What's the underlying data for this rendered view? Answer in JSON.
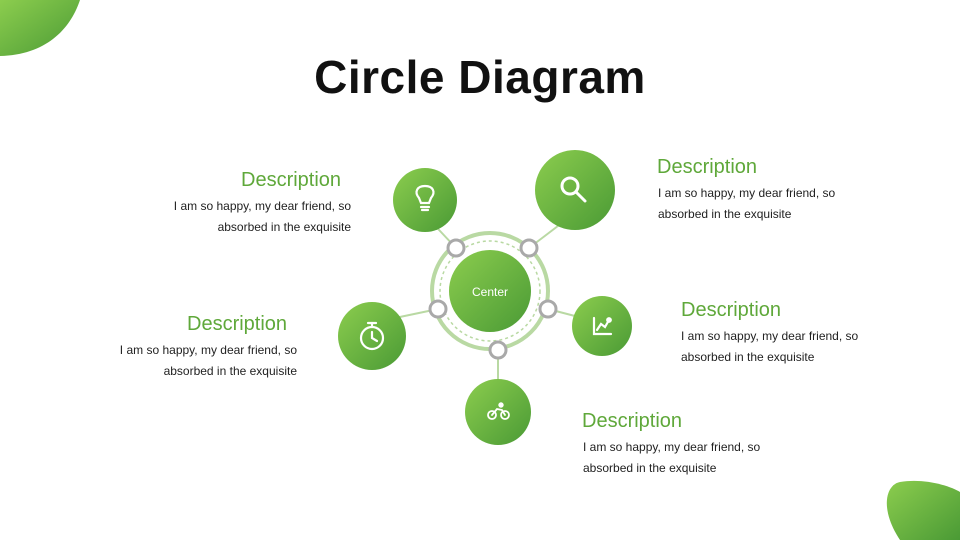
{
  "title": "Circle Diagram",
  "center_label": "Center",
  "blocks": [
    {
      "heading": "Description",
      "line1": "I am so happy, my dear friend, so",
      "line2": "absorbed in the exquisite"
    },
    {
      "heading": "Description",
      "line1": "I am so happy, my dear friend, so",
      "line2": "absorbed in the exquisite"
    },
    {
      "heading": "Description",
      "line1": "I am so happy, my dear friend, so",
      "line2": "absorbed in the exquisite"
    },
    {
      "heading": "Description",
      "line1": "I am so happy, my dear friend, so",
      "line2": "absorbed in the exquisite"
    },
    {
      "heading": "Description",
      "line1": "I am so happy, my dear friend, so",
      "line2": "absorbed in the exquisite"
    }
  ],
  "icons": [
    "lightbulb-icon",
    "search-icon",
    "stopwatch-icon",
    "chart-icon",
    "cyclist-icon"
  ],
  "colors": {
    "accent": "#5fa83a",
    "accent_light": "#7cc24a",
    "ring": "#b9d9a3",
    "text": "#222222"
  }
}
